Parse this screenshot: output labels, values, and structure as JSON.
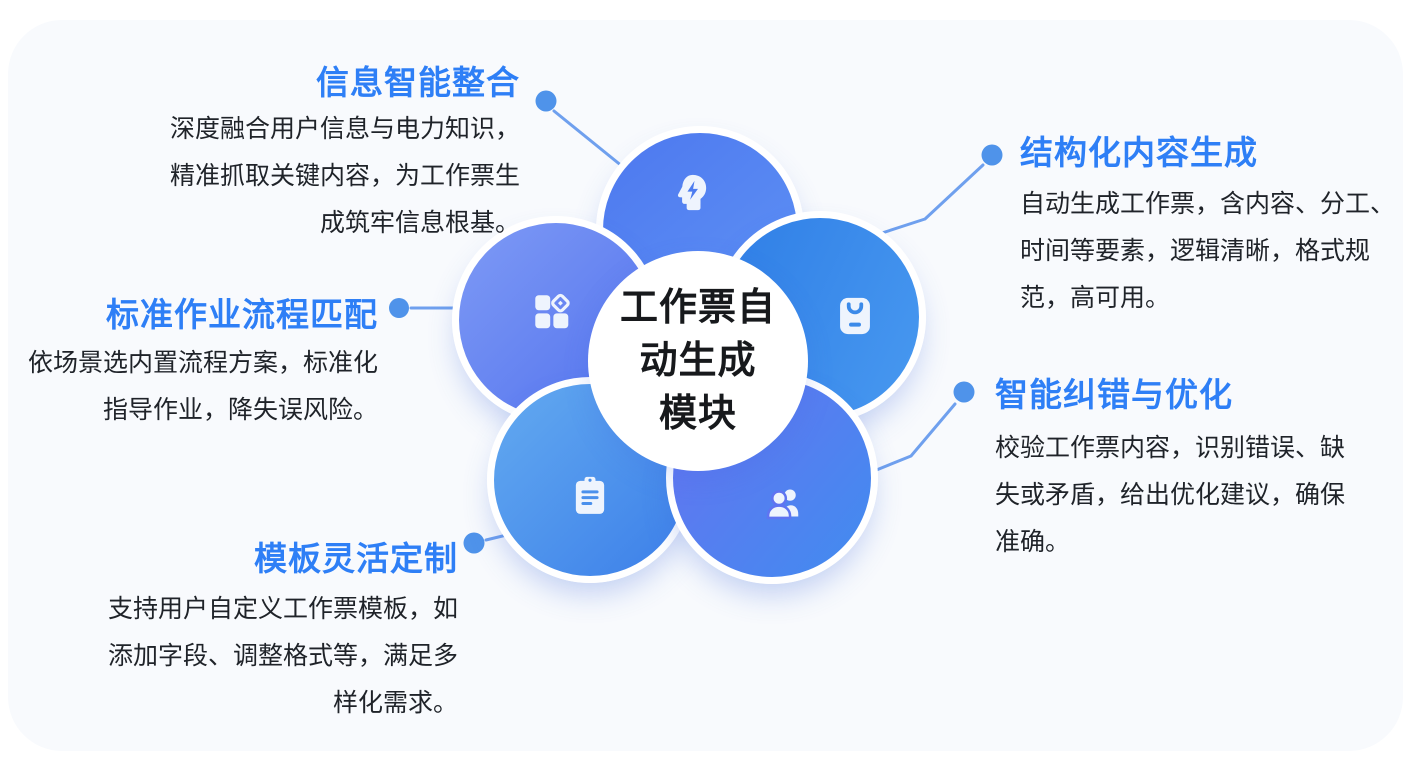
{
  "title": "工作票自动生成模块",
  "center": {
    "lines": [
      "工作票自",
      "动生成",
      "模块"
    ]
  },
  "colors": {
    "heading_blue": "#2E7FF6",
    "dot_blue": "#4F93EA",
    "line_blue": "#6FA0EE",
    "panel_bg": "#F8FAFD",
    "body_text": "#1F2329",
    "petal_top": "#4D78EF",
    "petal_left": "#6C89F2",
    "petal_right": "#3B8AE9",
    "petal_bottom_left": "#4A90EC",
    "petal_bottom_right": "#5F74F1"
  },
  "sections": [
    {
      "id": "info-integration",
      "title": "信息智能整合",
      "lines": [
        "深度融合用户信息与电力知识，",
        "精准抓取关键内容，为工作票生",
        "成筑牢信息根基。"
      ],
      "icon": "head-lightning-icon"
    },
    {
      "id": "structured-content",
      "title": "结构化内容生成",
      "lines": [
        "自动生成工作票，含内容、分工、",
        "时间等要素，逻辑清晰，格式规",
        "范，高可用。"
      ],
      "icon": "ticket-bag-icon"
    },
    {
      "id": "workflow-match",
      "title": "标准作业流程匹配",
      "lines": [
        "依场景选内置流程方案，标准化",
        "指导作业，降失误风险。"
      ],
      "icon": "modules-grid-icon"
    },
    {
      "id": "template-custom",
      "title": "模板灵活定制",
      "lines": [
        "支持用户自定义工作票模板，如",
        "添加字段、调整格式等，满足多",
        "样化需求。"
      ],
      "icon": "clipboard-icon"
    },
    {
      "id": "error-correction",
      "title": "智能纠错与优化",
      "lines": [
        "校验工作票内容，识别错误、缺",
        "失或矛盾，给出优化建议，确保",
        "准确。"
      ],
      "icon": "users-icon"
    }
  ]
}
